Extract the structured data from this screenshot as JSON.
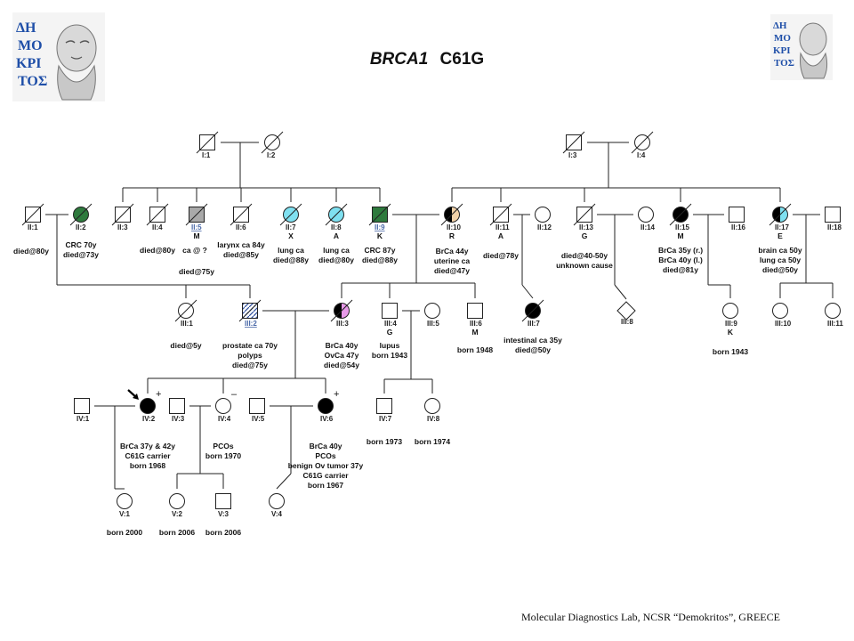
{
  "slide": {
    "title_gene": "BRCA1",
    "title_variant": "C61G",
    "footer": "Molecular Diagnostics Lab, NCSR “Demokritos”, GREECE",
    "logo_left_text": "ΔΗΜΟΚΡΙΤΟΣ",
    "logo_right_text": "ΔΗΜΟΚΡΙΤΟΣ"
  },
  "colors": {
    "line": "#222222",
    "crc_green": "#2e7a3d",
    "lung_cyan": "#7fe0f0",
    "gray": "#a9a9a9",
    "uterine_tan": "#f3d2a8",
    "pink": "#e79ae8",
    "prostate_hatch": "#2f4f9e",
    "black": "#000000"
  },
  "pedigree": {
    "individuals": [
      {
        "id": "I:1",
        "sex": "M",
        "deceased": true,
        "fill": "none"
      },
      {
        "id": "I:2",
        "sex": "F",
        "deceased": true,
        "fill": "none"
      },
      {
        "id": "I:3",
        "sex": "M",
        "deceased": true,
        "fill": "none"
      },
      {
        "id": "I:4",
        "sex": "F",
        "deceased": true,
        "fill": "none"
      },
      {
        "id": "II:1",
        "sex": "M",
        "deceased": true,
        "fill": "none",
        "notes": [
          "died@80y"
        ]
      },
      {
        "id": "II:2",
        "sex": "F",
        "deceased": true,
        "fill": "crc",
        "notes": [
          "CRC 70y",
          "died@73y"
        ]
      },
      {
        "id": "II:3",
        "sex": "M",
        "deceased": true,
        "fill": "none"
      },
      {
        "id": "II:4",
        "sex": "M",
        "deceased": true,
        "fill": "none",
        "notes": [
          "died@80y"
        ]
      },
      {
        "id": "II:5",
        "sex": "M",
        "deceased": true,
        "fill": "gray",
        "underline": true,
        "name": "M",
        "notes": [
          "ca @ ?",
          "died@75y"
        ]
      },
      {
        "id": "II:6",
        "sex": "M",
        "deceased": true,
        "fill": "none",
        "notes": [
          "larynx ca 84y",
          "died@85y"
        ]
      },
      {
        "id": "II:7",
        "sex": "F",
        "deceased": true,
        "fill": "lung",
        "name": "X",
        "notes": [
          "lung ca",
          "died@88y"
        ]
      },
      {
        "id": "II:8",
        "sex": "F",
        "deceased": true,
        "fill": "lung",
        "name": "A",
        "notes": [
          "lung ca",
          "died@80y"
        ]
      },
      {
        "id": "II:9",
        "sex": "M",
        "deceased": true,
        "fill": "crc",
        "underline": true,
        "name": "K",
        "notes": [
          "CRC 87y",
          "died@88y"
        ]
      },
      {
        "id": "II:10",
        "sex": "F",
        "deceased": true,
        "fill": "half-black-tan",
        "name": "R",
        "notes": [
          "BrCa 44y",
          "uterine ca",
          "died@47y"
        ]
      },
      {
        "id": "II:11",
        "sex": "M",
        "deceased": true,
        "fill": "none",
        "name": "A",
        "notes": [
          "died@78y"
        ]
      },
      {
        "id": "II:12",
        "sex": "F",
        "deceased": false,
        "fill": "none"
      },
      {
        "id": "II:13",
        "sex": "M",
        "deceased": true,
        "fill": "none",
        "name": "G",
        "notes": [
          "died@40-50y",
          "unknown cause"
        ]
      },
      {
        "id": "II:14",
        "sex": "F",
        "deceased": false,
        "fill": "none"
      },
      {
        "id": "II:15",
        "sex": "F",
        "deceased": true,
        "fill": "black",
        "name": "M",
        "notes": [
          "BrCa 35y (r.)",
          "BrCa 40y (l.)",
          "died@81y"
        ]
      },
      {
        "id": "II:16",
        "sex": "M",
        "deceased": false,
        "fill": "none"
      },
      {
        "id": "II:17",
        "sex": "F",
        "deceased": true,
        "fill": "half-black-cyan",
        "name": "E",
        "notes": [
          "brain ca 50y",
          "lung ca 50y",
          "died@50y"
        ]
      },
      {
        "id": "II:18",
        "sex": "M",
        "deceased": false,
        "fill": "none"
      },
      {
        "id": "III:1",
        "sex": "F",
        "deceased": true,
        "fill": "none",
        "notes": [
          "died@5y"
        ]
      },
      {
        "id": "III:2",
        "sex": "M",
        "deceased": true,
        "fill": "hatch",
        "underline": true,
        "notes": [
          "prostate ca 70y",
          "polyps",
          "died@75y"
        ]
      },
      {
        "id": "III:3",
        "sex": "F",
        "deceased": true,
        "fill": "half-black-pink",
        "notes": [
          "BrCa 40y",
          "OvCa 47y",
          "died@54y"
        ]
      },
      {
        "id": "III:4",
        "sex": "M",
        "deceased": false,
        "fill": "none",
        "name": "G",
        "notes": [
          "lupus",
          "born 1943"
        ]
      },
      {
        "id": "III:5",
        "sex": "F",
        "deceased": false,
        "fill": "none"
      },
      {
        "id": "III:6",
        "sex": "M",
        "deceased": false,
        "fill": "none",
        "name": "M",
        "notes": [
          "born 1948"
        ]
      },
      {
        "id": "III:7",
        "sex": "F",
        "deceased": true,
        "fill": "black",
        "notes": [
          "intestinal ca 35y",
          "died@50y"
        ]
      },
      {
        "id": "III:8",
        "sex": "U",
        "deceased": false,
        "fill": "none"
      },
      {
        "id": "III:9",
        "sex": "F",
        "deceased": false,
        "fill": "none",
        "name": "K",
        "notes": [
          "born 1943"
        ]
      },
      {
        "id": "III:10",
        "sex": "F",
        "deceased": false,
        "fill": "none"
      },
      {
        "id": "III:11",
        "sex": "F",
        "deceased": false,
        "fill": "none"
      },
      {
        "id": "IV:1",
        "sex": "M",
        "deceased": false,
        "fill": "none"
      },
      {
        "id": "IV:2",
        "sex": "F",
        "deceased": false,
        "fill": "black",
        "proband": true,
        "marker": "+",
        "notes": [
          "BrCa 37y & 42y",
          "C61G carrier",
          "born 1968"
        ]
      },
      {
        "id": "IV:3",
        "sex": "M",
        "deceased": false,
        "fill": "none"
      },
      {
        "id": "IV:4",
        "sex": "F",
        "deceased": false,
        "fill": "none",
        "marker": "–",
        "notes": [
          "PCOs",
          "born 1970"
        ]
      },
      {
        "id": "IV:5",
        "sex": "M",
        "deceased": false,
        "fill": "none"
      },
      {
        "id": "IV:6",
        "sex": "F",
        "deceased": false,
        "fill": "black",
        "marker": "+",
        "notes": [
          "BrCa 40y",
          "PCOs",
          "benign Ov tumor 37y",
          "C61G carrier",
          "born 1967"
        ]
      },
      {
        "id": "IV:7",
        "sex": "M",
        "deceased": false,
        "fill": "none",
        "notes": [
          "born 1973"
        ]
      },
      {
        "id": "IV:8",
        "sex": "F",
        "deceased": false,
        "fill": "none",
        "notes": [
          "born 1974"
        ]
      },
      {
        "id": "V:1",
        "sex": "F",
        "deceased": false,
        "fill": "none",
        "notes": [
          "born 2000"
        ]
      },
      {
        "id": "V:2",
        "sex": "F",
        "deceased": false,
        "fill": "none",
        "notes": [
          "born 2006"
        ]
      },
      {
        "id": "V:3",
        "sex": "M",
        "deceased": false,
        "fill": "none",
        "notes": [
          "born 2006"
        ]
      },
      {
        "id": "V:4",
        "sex": "F",
        "deceased": false,
        "fill": "none"
      }
    ]
  }
}
